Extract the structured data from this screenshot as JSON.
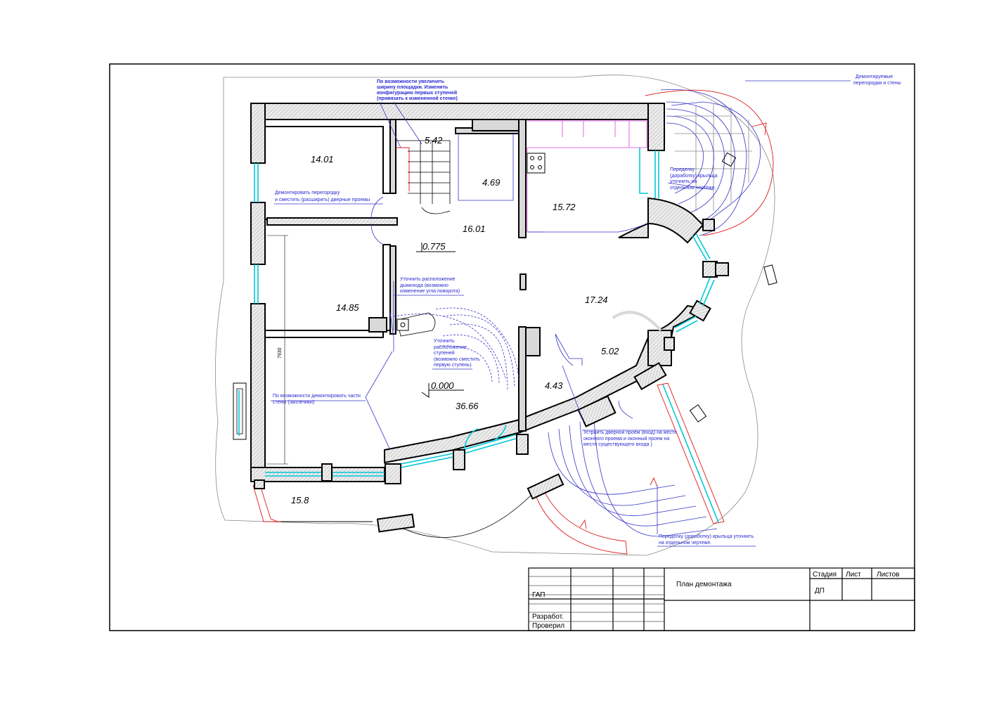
{
  "drawing": {
    "rooms": [
      {
        "label": "14.01"
      },
      {
        "label": "5.42"
      },
      {
        "label": "4.69"
      },
      {
        "label": "15.72"
      },
      {
        "label": "16.01"
      },
      {
        "label": "14.85"
      },
      {
        "label": "17.24"
      },
      {
        "label": "5.02"
      },
      {
        "label": "4.43"
      },
      {
        "label": "36.66"
      },
      {
        "label": "15.8"
      }
    ],
    "levels": [
      {
        "label": "0.775"
      },
      {
        "label": "0.000"
      }
    ],
    "dimension": "7930",
    "notes": {
      "top_platform": [
        "По возможности увеличить",
        "ширину площадки. Изменить",
        "конфигурацию первых ступеней",
        "(привязать к измененной стенке)"
      ],
      "legend": [
        "Демонтируемые",
        "перегородки и стены"
      ],
      "partition": [
        "Демонтировать перегородку",
        "и сместить (расширить) дверные проемы"
      ],
      "porch_right": [
        "Переделку",
        "(доработку) крыльца",
        "уточнить на",
        "отдельном чертеже."
      ],
      "chimney": [
        "Уточнить расположение",
        "дымохода (возможно",
        "изменение угла поворота)"
      ],
      "steps": [
        "Уточнить",
        "расположение",
        "ступеней",
        "(возможно сместить",
        "первую ступень)"
      ],
      "wall_parts": [
        "По возможности демонтировать части",
        "стены (заплечики)"
      ],
      "door_opening": [
        "Устроить дверной проем  (вход) на месте",
        "оконного проема и оконный проем на",
        "месте существующего входа )"
      ],
      "porch_bottom": [
        "Переделку (доработку) крыльца уточнить",
        "на отдельном чертеже."
      ]
    }
  },
  "title_block": {
    "title": "План демонтажа",
    "stage_header": "Стадия",
    "sheet_header": "Лист",
    "sheets_header": "Листов",
    "stage_value": "ДП",
    "gap": "ГАП",
    "developed": "Разработ.",
    "checked": "Проверил"
  }
}
